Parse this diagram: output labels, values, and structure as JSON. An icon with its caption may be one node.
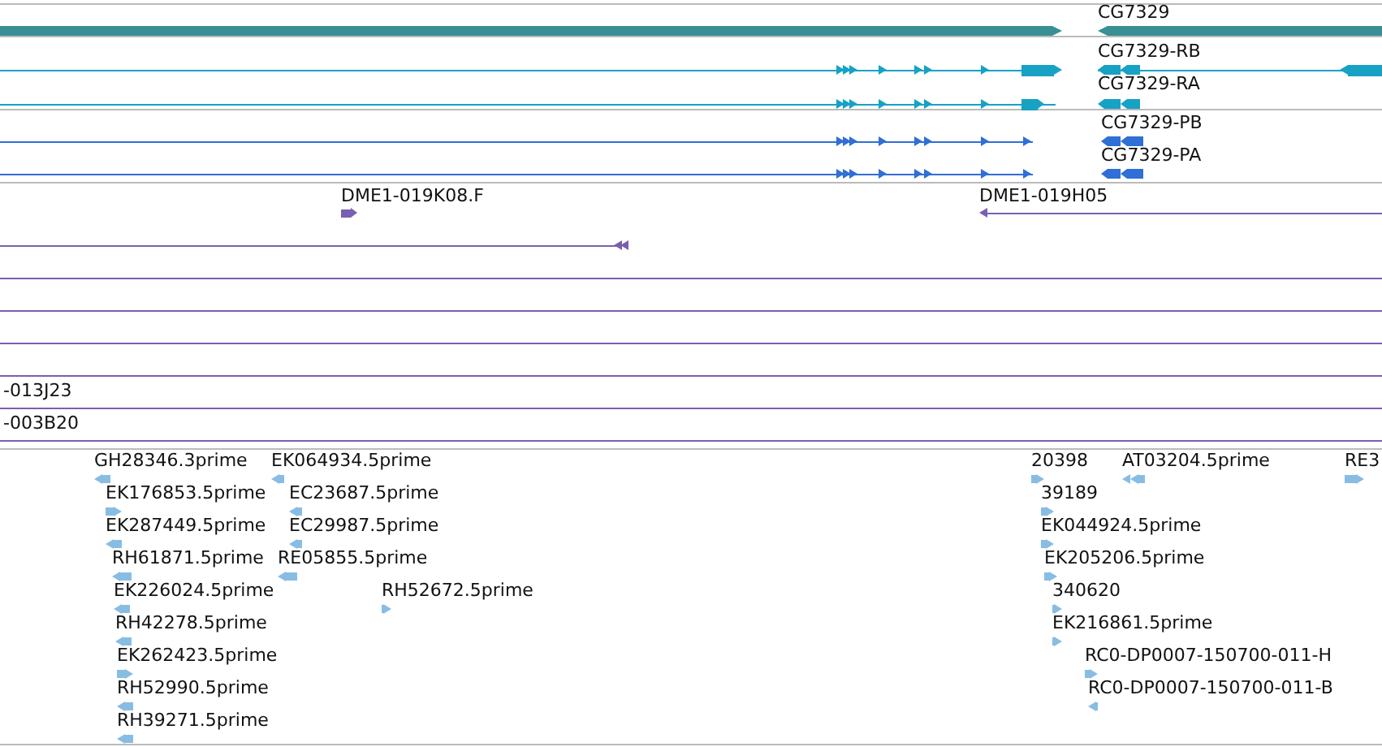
{
  "diagram": {
    "labels": [
      "CG7329",
      "CG7329-RB",
      "CG7329-RA",
      "CG7329-PB",
      "CG7329-PA",
      "DME1-019K08.F",
      "DME1-019H05",
      "-013J23",
      "-003B20",
      "GH28346.3prime",
      "EK064934.5prime",
      "20398",
      "AT03204.5prime",
      "RE3",
      "EK176853.5prime",
      "EC23687.5prime",
      "39189",
      "EK287449.5prime",
      "EC29987.5prime",
      "EK044924.5prime",
      "RH61871.5prime",
      "RE05855.5prime",
      "EK205206.5prime",
      "EK226024.5prime",
      "RH52672.5prime",
      "340620",
      "RH42278.5prime",
      "EK216861.5prime",
      "EK262423.5prime",
      "RC0-DP0007-150700-011-H",
      "RH52990.5prime",
      "RC0-DP0007-150700-011-B",
      "RH39271.5prime"
    ]
  }
}
